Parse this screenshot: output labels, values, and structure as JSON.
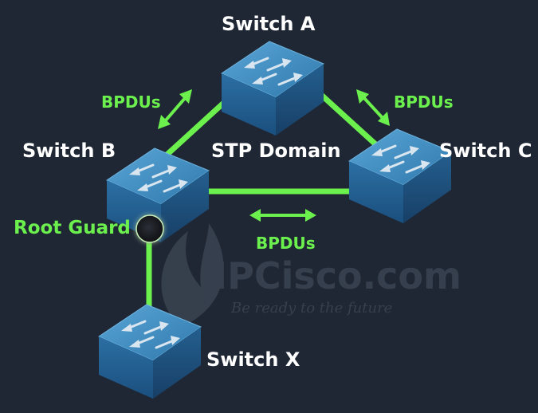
{
  "diagram": {
    "domain_label": "STP Domain",
    "switches": {
      "a": "Switch A",
      "b": "Switch B",
      "c": "Switch C",
      "x": "Switch X"
    },
    "bpdu_labels": {
      "ab": "BPDUs",
      "ac": "BPDUs",
      "bc": "BPDUs"
    },
    "root_guard_label": "Root Guard",
    "watermark": {
      "brand": "IPCisco.com",
      "tagline": "Be ready to the future"
    },
    "colors": {
      "background": "#1f2734",
      "link": "#6cf04e",
      "switch_top": "#3c8bbd",
      "switch_side": "#1f5b8c",
      "root_guard_marker": "#101215"
    }
  }
}
